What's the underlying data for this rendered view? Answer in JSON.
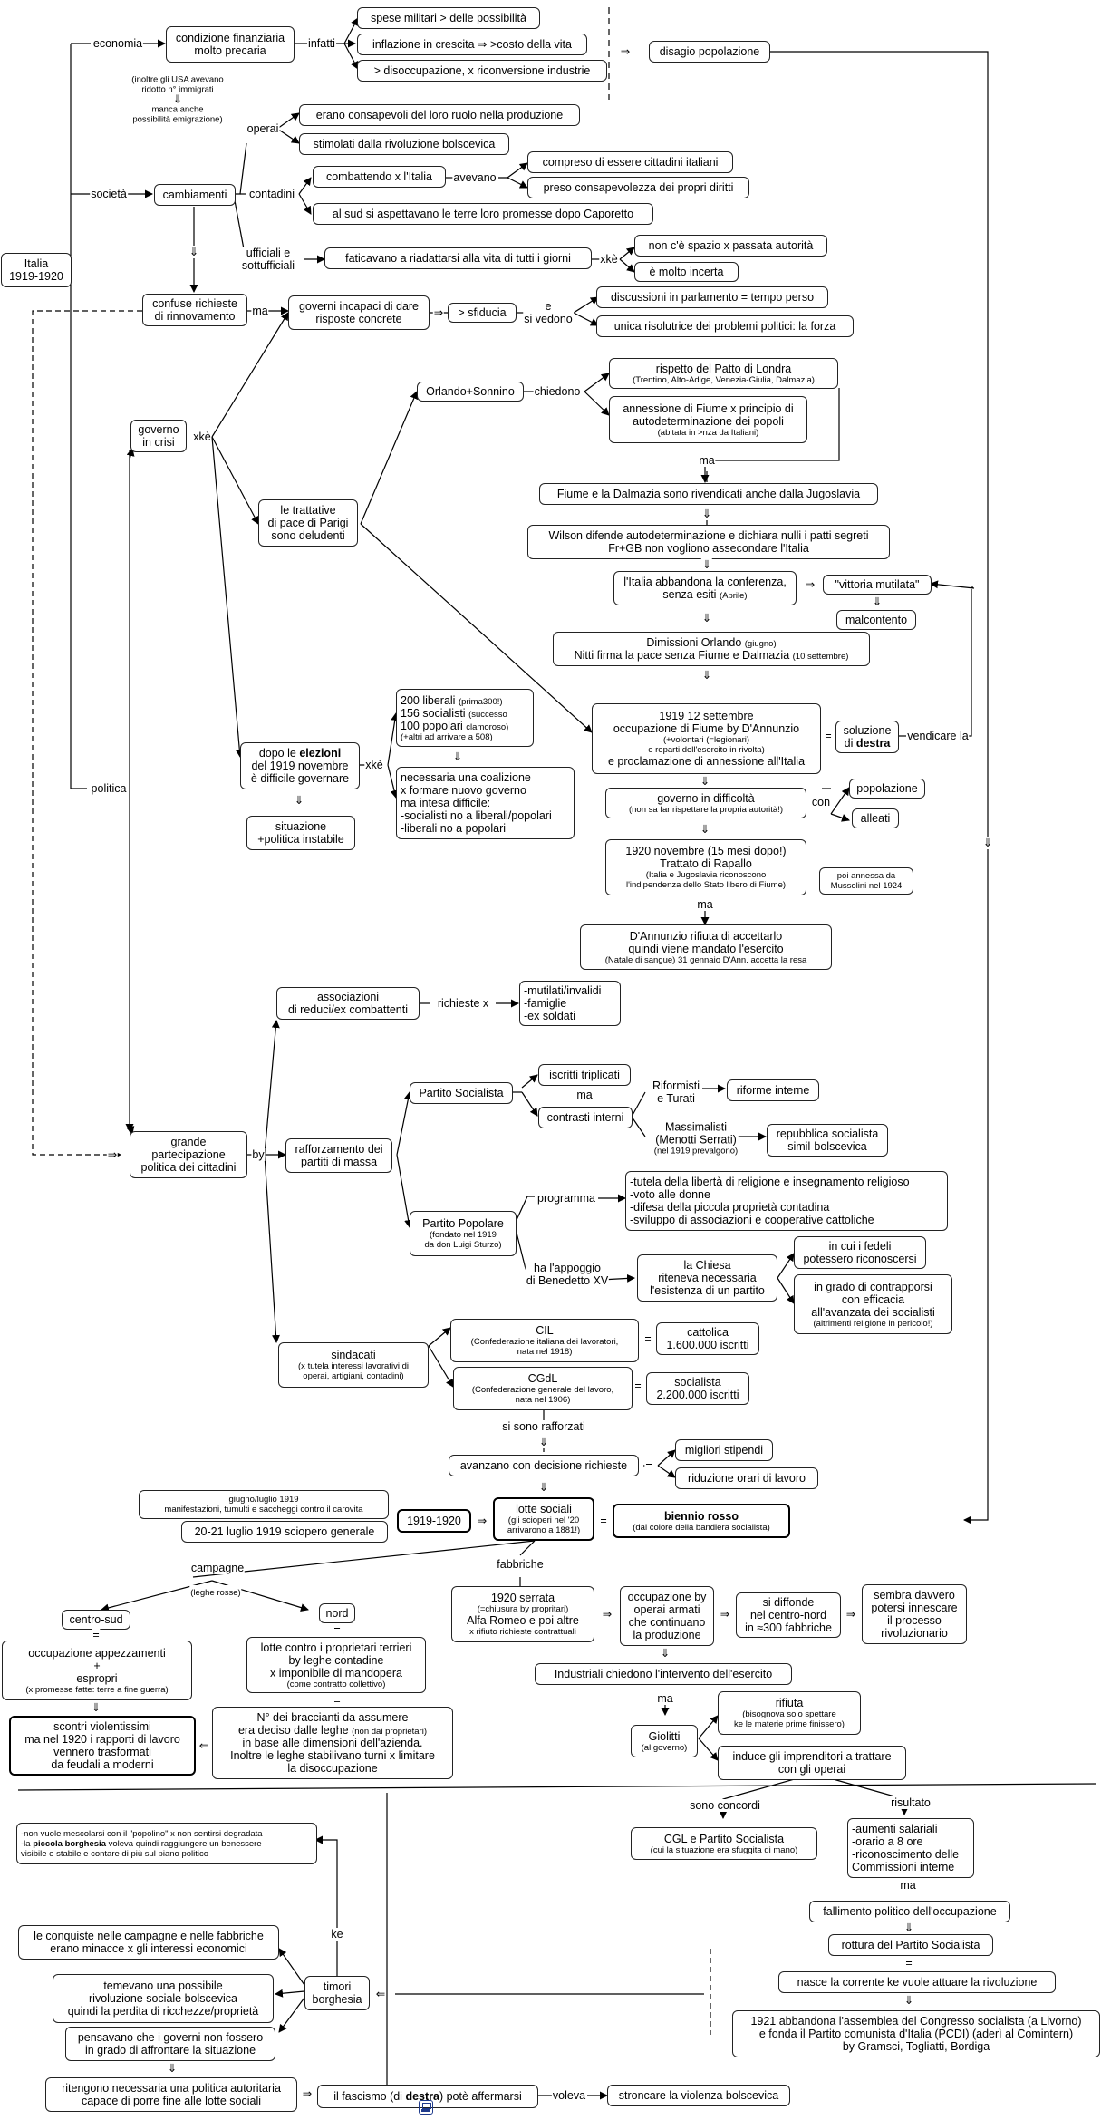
{
  "nodes": [
    {
      "id": "italia",
      "lines": [
        "Italia",
        "1919-1920"
      ]
    },
    {
      "id": "cond_fin",
      "lines": [
        "condizione finanziaria",
        "molto precaria"
      ]
    },
    {
      "id": "spese",
      "lines": [
        "spese militari > delle possibilità"
      ]
    },
    {
      "id": "inflaz",
      "lines": [
        "inflazione in crescita ⇒ >costo della vita"
      ]
    },
    {
      "id": "disocc",
      "lines": [
        "> disoccupazione, x riconversione industrie"
      ]
    },
    {
      "id": "disagio",
      "lines": [
        "disagio popolazione"
      ]
    },
    {
      "id": "cambiamenti",
      "lines": [
        "cambiamenti"
      ]
    },
    {
      "id": "consapevoli",
      "lines": [
        "erano consapevoli del loro ruolo nella produzione"
      ]
    },
    {
      "id": "stimolati",
      "lines": [
        "stimolati dalla rivoluzione bolscevica"
      ]
    },
    {
      "id": "combattendo",
      "lines": [
        "combattendo x l'Italia"
      ]
    },
    {
      "id": "compreso",
      "lines": [
        "compreso di essere cittadini italiani"
      ]
    },
    {
      "id": "presoconsap",
      "lines": [
        "preso consapevolezza dei propri diritti"
      ]
    },
    {
      "id": "alsud",
      "lines": [
        "al sud si aspettavano le terre loro promesse dopo Caporetto"
      ]
    },
    {
      "id": "faticavano",
      "lines": [
        "faticavano a riadattarsi alla vita di tutti i giorni"
      ]
    },
    {
      "id": "nonce",
      "lines": [
        "non c'è spazio x passata autorità"
      ]
    },
    {
      "id": "incerta",
      "lines": [
        "è molto incerta"
      ]
    },
    {
      "id": "confuse",
      "lines": [
        "confuse richieste",
        "di rinnovamento"
      ]
    },
    {
      "id": "governi_incap",
      "lines": [
        "governi incapaci di dare",
        "risposte concrete"
      ]
    },
    {
      "id": "sfiducia",
      "lines": [
        "> sfiducia"
      ]
    },
    {
      "id": "discussioni",
      "lines": [
        "discussioni in parlamento = tempo perso"
      ]
    },
    {
      "id": "unica",
      "lines": [
        "unica risolutrice dei problemi politici: la forza"
      ]
    },
    {
      "id": "governo_crisi",
      "lines": [
        "governo",
        "in crisi"
      ]
    },
    {
      "id": "orlando",
      "lines": [
        "Orlando+Sonnino"
      ]
    },
    {
      "id": "patto",
      "lines": [
        "rispetto del Patto di Londra"
      ],
      "small": [
        "(Trentino, Alto-Adige, Venezia-Giulia, Dalmazia)"
      ]
    },
    {
      "id": "annessione",
      "lines": [
        "annessione di Fiume x principio di",
        "autodeterminazione dei popoli"
      ],
      "small": [
        "(abitata in >nza da Italiani)"
      ]
    },
    {
      "id": "trattative",
      "lines": [
        "le trattative",
        "di pace di Parigi",
        "sono deludenti"
      ]
    },
    {
      "id": "fiume_dalm",
      "lines": [
        "Fiume e la Dalmazia sono rivendicati anche dalla Jugoslavia"
      ]
    },
    {
      "id": "wilson",
      "lines": [
        "Wilson difende autodeterminazione e dichiara nulli i patti segreti",
        "Fr+GB non vogliono assecondare l'Italia"
      ]
    },
    {
      "id": "abbandona",
      "lines": [
        "l'Italia abbandona la conferenza,"
      ],
      "tail": "senza esiti",
      "tailsmall": "(Aprile)"
    },
    {
      "id": "vittoria",
      "lines": [
        "\"vittoria mutilata\""
      ]
    },
    {
      "id": "malcontento",
      "lines": [
        "malcontento"
      ]
    },
    {
      "id": "dimissioni",
      "lines": [
        "Dimissioni Orlando"
      ],
      "inline1": "(giugno)",
      "lines2": [
        "Nitti firma la pace senza Fiume e Dalmazia"
      ],
      "inline2": "(10 settembre)"
    },
    {
      "id": "liberali",
      "lines": [
        "200 liberali",
        "156 socialisti",
        "100 popolari"
      ],
      "side": [
        "(prima300!)",
        "(successo",
        "clamoroso)"
      ],
      "small": [
        "(+altri ad arrivare a 508)"
      ]
    },
    {
      "id": "dannunzio",
      "lines": [
        "1919 12 settembre",
        "occupazione di Fiume by D'Annunzio"
      ],
      "small": [
        "(+volontari (=legionari)",
        "e reparti dell'esercito in rivolta)"
      ],
      "lines2": [
        "e proclamazione di annessione all'Italia"
      ]
    },
    {
      "id": "soluzione",
      "lines": [
        "soluzione"
      ],
      "boldline": {
        "pre": "di ",
        "bold": "destra"
      }
    },
    {
      "id": "elezioni",
      "lines": [
        "dopo le",
        "del 1919 novembre",
        "è difficile governare"
      ],
      "boldword": "elezioni"
    },
    {
      "id": "coalizione",
      "lines": [
        "necessaria una coalizione",
        "x formare nuovo governo",
        "ma intesa difficile:",
        "-socialisti no a liberali/popolari",
        "-liberali no a popolari"
      ]
    },
    {
      "id": "situazione",
      "lines": [
        "situazione",
        "+politica instabile"
      ]
    },
    {
      "id": "gov_diff",
      "lines": [
        "governo in difficoltà"
      ],
      "small": [
        "(non sa far rispettare la propria autorità!)"
      ]
    },
    {
      "id": "popolazione",
      "lines": [
        "popolazione"
      ]
    },
    {
      "id": "alleati",
      "lines": [
        "alleati"
      ]
    },
    {
      "id": "rapallo",
      "lines": [
        "1920 novembre (15 mesi dopo!)",
        "Trattato di Rapallo"
      ],
      "small": [
        "(Italia e Jugoslavia riconoscono",
        "l'indipendenza dello Stato libero di Fiume)"
      ]
    },
    {
      "id": "poiannessa",
      "lines": [],
      "small": [
        "poi annessa da",
        "Mussolini nel 1924"
      ]
    },
    {
      "id": "rifiuta_dann",
      "lines": [
        "D'Annunzio rifiuta di accettarlo",
        "quindi viene mandato l'esercito"
      ],
      "small": [
        "(Natale di sangue) 31 gennaio D'Ann. accetta la resa"
      ]
    },
    {
      "id": "associazioni",
      "lines": [
        "associazioni",
        "di reduci/ex combattenti"
      ]
    },
    {
      "id": "mutilati",
      "lines": [
        "-mutilati/invalidi",
        "-famiglie",
        "-ex soldati"
      ]
    },
    {
      "id": "grande_part",
      "lines": [
        "grande",
        "partecipazione",
        "politica dei cittadini"
      ]
    },
    {
      "id": "rafforzamento",
      "lines": [
        "rafforzamento dei",
        "partiti di massa"
      ]
    },
    {
      "id": "psocialista",
      "lines": [
        "Partito Socialista"
      ]
    },
    {
      "id": "iscritti",
      "lines": [
        "iscritti triplicati"
      ]
    },
    {
      "id": "contrasti",
      "lines": [
        "contrasti interni"
      ]
    },
    {
      "id": "riforme",
      "lines": [
        "riforme interne"
      ]
    },
    {
      "id": "repubblica",
      "lines": [
        "repubblica socialista",
        "simil-bolscevica"
      ]
    },
    {
      "id": "ppopolare",
      "lines": [
        "Partito Popolare"
      ],
      "small": [
        "(fondato nel 1919",
        "da don Luigi Sturzo)"
      ]
    },
    {
      "id": "tutela",
      "lines": [
        "-tutela della libertà di religione e insegnamento religioso",
        "-voto alle donne",
        "-difesa della piccola proprietà contadina",
        "-sviluppo di associazioni e cooperative cattoliche"
      ]
    },
    {
      "id": "chiesa",
      "lines": [
        "la Chiesa",
        "riteneva necessaria",
        "l'esistenza di un partito"
      ]
    },
    {
      "id": "fedeli",
      "lines": [
        "in cui i fedeli",
        "potessero riconoscersi"
      ]
    },
    {
      "id": "contrapporsi",
      "lines": [
        "in grado di contrapporsi",
        "con efficacia",
        "all'avanzata dei socialisti"
      ],
      "small": [
        "(altrimenti religione in pericolo!)"
      ]
    },
    {
      "id": "sindacati",
      "lines": [
        "sindacati"
      ],
      "small": [
        "(x tutela interessi lavorativi di",
        "operai, artigiani, contadini)"
      ]
    },
    {
      "id": "cil",
      "lines": [
        "CIL"
      ],
      "small": [
        "(Confederazione italiana dei lavoratori,",
        "nata nel 1918)"
      ]
    },
    {
      "id": "cattolica",
      "lines": [
        "cattolica",
        "1.600.000 iscritti"
      ]
    },
    {
      "id": "cgdl",
      "lines": [
        "CGdL"
      ],
      "small": [
        "(Confederazione generale del lavoro,",
        "nata nel 1906)"
      ]
    },
    {
      "id": "socialista_isc",
      "lines": [
        "socialista",
        "2.200.000 iscritti"
      ]
    },
    {
      "id": "avanzano",
      "lines": [
        "avanzano con decisione richieste"
      ]
    },
    {
      "id": "migliori",
      "lines": [
        "migliori stipendi"
      ]
    },
    {
      "id": "riduzione",
      "lines": [
        "riduzione orari di lavoro"
      ]
    },
    {
      "id": "giugno1919",
      "lines": [],
      "small": [
        "giugno/luglio 1919",
        "manifestazioni, tumulti e saccheggi contro il carovita"
      ]
    },
    {
      "id": "sciopero",
      "lines": [
        "20-21 luglio 1919 sciopero generale"
      ]
    },
    {
      "id": "y1919",
      "lines": [
        "1919-1920"
      ]
    },
    {
      "id": "lotte",
      "lines": [
        "lotte sociali"
      ],
      "small": [
        "(gli scioperi nel '20",
        "arrivarono a 1881!)"
      ]
    },
    {
      "id": "biennio",
      "lines": [
        "biennio rosso"
      ],
      "small": [
        "(dal colore della bandiera socialista)"
      ]
    },
    {
      "id": "centrosud",
      "lines": [
        "centro-sud"
      ]
    },
    {
      "id": "nord",
      "lines": [
        "nord"
      ]
    },
    {
      "id": "occupazione_app",
      "lines": [
        "occupazione appezzamenti",
        "+",
        "espropri"
      ],
      "small": [
        "(x promesse fatte: terre a fine guerra)"
      ]
    },
    {
      "id": "scontri",
      "lines": [
        "scontri violentissimi",
        "ma nel 1920 i rapporti di lavoro",
        "vennero trasformati",
        "da feudali a moderni"
      ]
    },
    {
      "id": "lotte_nord",
      "lines": [
        "lotte contro i proprietari terrieri",
        "by leghe contadine",
        "x imponibile di mandopera"
      ],
      "small": [
        "(come contratto collettivo)"
      ]
    },
    {
      "id": "numero",
      "lines": [
        "N° dei braccianti da assumere",
        "era deciso dalle leghe",
        "in base alle dimensioni dell'azienda.",
        "Inoltre le leghe stabilivano turni x limitare",
        "la disoccupazione"
      ],
      "inline": "(non dai proprietari)"
    },
    {
      "id": "serrata",
      "lines": [
        "1920 serrata"
      ],
      "small": [
        "(=chiusura by propritari)"
      ],
      "lines2": [
        "Alfa Romeo e poi altre"
      ],
      "small2": [
        "x rifiuto richieste contrattuali"
      ]
    },
    {
      "id": "occup_operai",
      "lines": [
        "occupazione by",
        "operai armati",
        "che continuano",
        "la produzione"
      ]
    },
    {
      "id": "diffonde",
      "lines": [
        "si diffonde",
        "nel centro-nord",
        "in ≈300 fabbriche"
      ]
    },
    {
      "id": "sembra",
      "lines": [
        "sembra davvero",
        "potersi innescare",
        "il processo",
        "rivoluzionario"
      ]
    },
    {
      "id": "industriali",
      "lines": [
        "Industriali chiedono l'intervento dell'esercito"
      ]
    },
    {
      "id": "giolitti",
      "lines": [
        "Giolitti"
      ],
      "small": [
        "(al governo)"
      ]
    },
    {
      "id": "rifiuta_gio",
      "lines": [
        "rifiuta"
      ],
      "small": [
        "(bisognova solo spettare",
        "ke le materie prime finissero)"
      ]
    },
    {
      "id": "induce",
      "lines": [
        "induce gli imprenditori a trattare",
        "con gli operai"
      ]
    },
    {
      "id": "cgl_ps",
      "lines": [
        "CGL e Partito Socialista"
      ],
      "small": [
        "(cui la situazione era sfuggita di mano)"
      ]
    },
    {
      "id": "aumenti",
      "lines": [
        "-aumenti salariali",
        "-orario a 8 ore",
        "-riconoscimento delle",
        "Commissioni interne"
      ]
    },
    {
      "id": "fallimento",
      "lines": [
        "fallimento politico dell'occupazione"
      ]
    },
    {
      "id": "rottura",
      "lines": [
        "rottura del Partito Socialista"
      ]
    },
    {
      "id": "corrente",
      "lines": [
        "nasce la corrente ke vuole attuare la rivoluzione"
      ]
    },
    {
      "id": "pcdi",
      "lines": [
        "1921 abbandona l'assemblea del Congresso socialista (a Livorno)",
        "e fonda il Partito comunista d'Italia (PCDI) (aderì al Comintern)",
        "by Gramsci, Togliatti, Bordiga"
      ]
    },
    {
      "id": "popolino",
      "lines": [],
      "small": [
        "-non vuole mescolarsi con il \"popolino\" x non sentirsi degradata"
      ],
      "boldsmall": {
        "pre": "-la ",
        "bold": "piccola borghesia",
        "post": " voleva quindi raggiungere un benessere"
      },
      "small2": [
        "visibile e stabile e contare di più sul piano politico"
      ]
    },
    {
      "id": "conquiste",
      "lines": [
        "le conquiste nelle campagne e nelle fabbriche",
        "erano minacce x gli interessi economici"
      ]
    },
    {
      "id": "temevano",
      "lines": [
        "temevano una possibile",
        "rivoluzione sociale bolscevica",
        "quindi la perdita di ricchezze/proprietà"
      ]
    },
    {
      "id": "pensavano",
      "lines": [
        "pensavano che i governi non fossero",
        "in grado di affrontare la situazione"
      ]
    },
    {
      "id": "timori",
      "lines": [
        "timori",
        "borghesia"
      ]
    },
    {
      "id": "ritengono",
      "lines": [
        "ritengono necessaria una politica autoritaria",
        "capace di porre fine alle lotte sociali"
      ]
    },
    {
      "id": "fascismo",
      "lines": [],
      "boldline": {
        "pre": "il fascismo (di ",
        "bold": "destra",
        "post": ") potè affermarsi"
      }
    },
    {
      "id": "stroncare",
      "lines": [
        "stroncare la violenza bolscevica"
      ]
    }
  ],
  "labels": [
    {
      "id": "l_economia",
      "text": "economia"
    },
    {
      "id": "l_inoltre",
      "small": [
        "(inoltre gli USA avevano",
        "ridotto n° immigrati"
      ],
      "sym": "⇓",
      "small2": [
        "manca anche",
        "possibilità emigrazione)"
      ]
    },
    {
      "id": "l_infatti",
      "text": "infatti"
    },
    {
      "id": "l_imp1",
      "text": "⇒"
    },
    {
      "id": "l_societa",
      "text": "società"
    },
    {
      "id": "l_operai",
      "text": "operai"
    },
    {
      "id": "l_contadini",
      "text": "contadini"
    },
    {
      "id": "l_avevano",
      "text": "avevano"
    },
    {
      "id": "l_ufficiali",
      "text": "ufficiali e\nsottufficiali"
    },
    {
      "id": "l_xke1",
      "text": "xkè"
    },
    {
      "id": "l_down_camb",
      "text": "⇓"
    },
    {
      "id": "l_ma1",
      "text": "ma"
    },
    {
      "id": "l_imp_sfid",
      "text": "⇒"
    },
    {
      "id": "l_evedono",
      "text": "e\nsi vedono"
    },
    {
      "id": "l_xke2",
      "text": "xkè"
    },
    {
      "id": "l_chiedono",
      "text": "chiedono"
    },
    {
      "id": "l_ma2",
      "text": "ma"
    },
    {
      "id": "l_d1",
      "text": "⇓"
    },
    {
      "id": "l_d2",
      "text": "⇓"
    },
    {
      "id": "l_imp_vitt",
      "text": "⇒"
    },
    {
      "id": "l_d_malc",
      "text": "⇓"
    },
    {
      "id": "l_d3",
      "text": "⇓"
    },
    {
      "id": "l_d4",
      "text": "⇓"
    },
    {
      "id": "l_eq_sol",
      "text": "="
    },
    {
      "id": "l_vendicare",
      "text": "vendicare la"
    },
    {
      "id": "l_politica",
      "text": "politica"
    },
    {
      "id": "l_xke3",
      "text": "xkè"
    },
    {
      "id": "l_d_sit",
      "text": "⇓"
    },
    {
      "id": "l_d_coal",
      "text": "⇓"
    },
    {
      "id": "l_d5",
      "text": "⇓"
    },
    {
      "id": "l_con",
      "text": "con"
    },
    {
      "id": "l_d6",
      "text": "⇓"
    },
    {
      "id": "l_ma3",
      "text": "ma"
    },
    {
      "id": "l_right_down",
      "text": "⇓"
    },
    {
      "id": "l_richieste",
      "text": "richieste x"
    },
    {
      "id": "l_imp_grande",
      "text": "⇒"
    },
    {
      "id": "l_by",
      "text": "by"
    },
    {
      "id": "l_ma4",
      "text": "ma"
    },
    {
      "id": "l_riformisti",
      "text": "Riformisti\ne Turati"
    },
    {
      "id": "l_massimalisti",
      "text": "Massimalisti\n(Menotti Serrati)",
      "small": "(nel 1919 prevalgono)"
    },
    {
      "id": "l_programma",
      "text": "programma"
    },
    {
      "id": "l_appoggio",
      "text": "ha l'appoggio\ndi Benedetto XV"
    },
    {
      "id": "l_eq_cil",
      "text": "="
    },
    {
      "id": "l_eq_cgdl",
      "text": "="
    },
    {
      "id": "l_rafforzati",
      "text": "si sono rafforzati"
    },
    {
      "id": "l_d_avanz",
      "text": "⇓"
    },
    {
      "id": "l_eq_avanz",
      "text": "="
    },
    {
      "id": "l_d_lotte",
      "text": "⇓"
    },
    {
      "id": "l_imp_lotte",
      "text": "⇒"
    },
    {
      "id": "l_eq_biennio",
      "text": "="
    },
    {
      "id": "l_campagne",
      "text": "campagne"
    },
    {
      "id": "l_leghe",
      "small": "(leghe rosse)"
    },
    {
      "id": "l_fabbriche",
      "text": "fabbriche"
    },
    {
      "id": "l_eq_cs",
      "text": "="
    },
    {
      "id": "l_d_occ",
      "text": "⇓"
    },
    {
      "id": "l_eq_nord",
      "text": "="
    },
    {
      "id": "l_eq_nord2",
      "text": "="
    },
    {
      "id": "l_imp_num",
      "text": "⇐"
    },
    {
      "id": "l_imp_serr",
      "text": "⇒"
    },
    {
      "id": "l_imp_occ",
      "text": "⇒"
    },
    {
      "id": "l_imp_diff",
      "text": "⇒"
    },
    {
      "id": "l_d_ind",
      "text": "⇓"
    },
    {
      "id": "l_ma5",
      "text": "ma"
    },
    {
      "id": "l_sono",
      "text": "sono concordi"
    },
    {
      "id": "l_risultato",
      "text": "risultato"
    },
    {
      "id": "l_ma6",
      "text": "ma"
    },
    {
      "id": "l_d_fall",
      "text": "⇓"
    },
    {
      "id": "l_eq_rott",
      "text": "="
    },
    {
      "id": "l_d_corr",
      "text": "⇓"
    },
    {
      "id": "l_ke",
      "text": "ke"
    },
    {
      "id": "l_imp_timori",
      "text": "⇐"
    },
    {
      "id": "l_d_pens",
      "text": "⇓"
    },
    {
      "id": "l_imp_fasc",
      "text": "⇒"
    },
    {
      "id": "l_voleva",
      "text": "voleva"
    }
  ],
  "icons": {
    "footer": "mindmap-logo-icon"
  }
}
